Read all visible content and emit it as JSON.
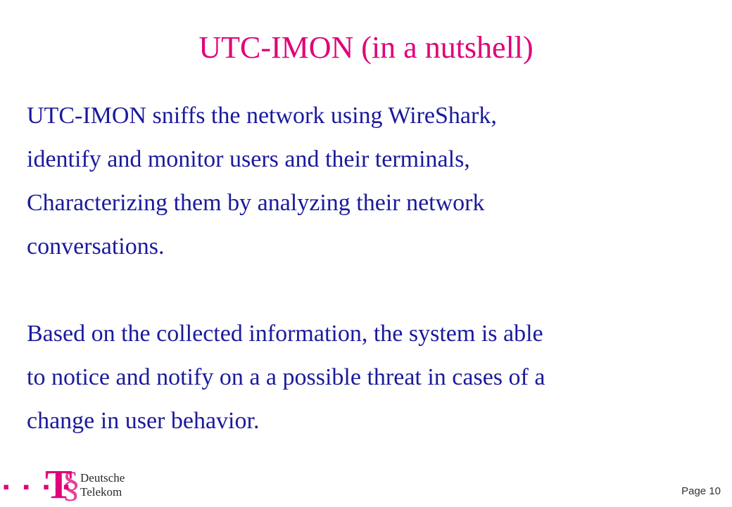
{
  "slide": {
    "title": "UTC-IMON (in a nutshell)",
    "paragraph1": [
      "UTC-IMON sniffs the network using WireShark,",
      "identify and monitor users and their terminals,",
      "Characterizing them by analyzing their network",
      "conversations."
    ],
    "paragraph2": [
      "Based on the collected information, the system is able",
      "to notice and notify on a a possible threat in cases of a",
      "change in user behavior."
    ]
  },
  "footer": {
    "logo_dots": "▪ ▪ ▪ ▪",
    "logo_t": "T",
    "logo_s": "§",
    "brand_line1": "Deutsche",
    "brand_line2": "Telekom",
    "page_label": "Page 10"
  },
  "colors": {
    "title": "#e0007a",
    "body": "#1a1a9c",
    "brand_magenta": "#e0007a"
  }
}
